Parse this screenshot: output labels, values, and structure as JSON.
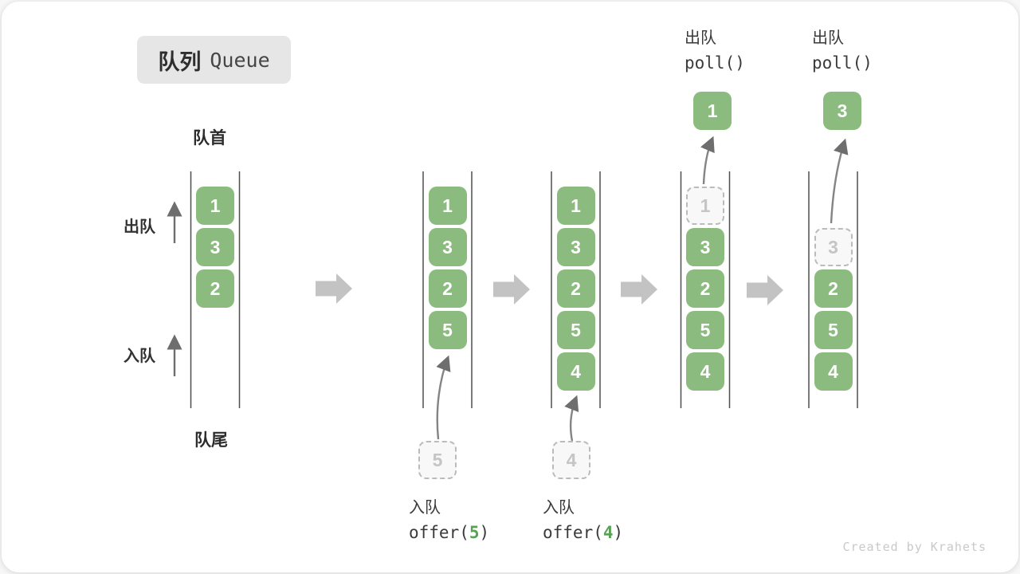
{
  "title": {
    "zh": "队列",
    "en": "Queue"
  },
  "labels": {
    "front": "队首",
    "rear": "队尾",
    "dequeue": "出队",
    "enqueue": "入队"
  },
  "operations": {
    "dequeue": [
      {
        "label": "出队",
        "code": "poll()"
      },
      {
        "label": "出队",
        "code": "poll()"
      }
    ],
    "enqueue": [
      {
        "label": "入队",
        "code_open": "offer(",
        "arg": "5",
        "code_close": ")"
      },
      {
        "label": "入队",
        "code_open": "offer(",
        "arg": "4",
        "code_close": ")"
      }
    ]
  },
  "states": [
    {
      "cells": [
        {
          "row": 0,
          "value": "1",
          "type": "filled"
        },
        {
          "row": 1,
          "value": "3",
          "type": "filled"
        },
        {
          "row": 2,
          "value": "2",
          "type": "filled"
        }
      ]
    },
    {
      "cells": [
        {
          "row": 0,
          "value": "1",
          "type": "filled"
        },
        {
          "row": 1,
          "value": "3",
          "type": "filled"
        },
        {
          "row": 2,
          "value": "2",
          "type": "filled"
        },
        {
          "row": 3,
          "value": "5",
          "type": "filled"
        }
      ],
      "incoming": "5"
    },
    {
      "cells": [
        {
          "row": 0,
          "value": "1",
          "type": "filled"
        },
        {
          "row": 1,
          "value": "3",
          "type": "filled"
        },
        {
          "row": 2,
          "value": "2",
          "type": "filled"
        },
        {
          "row": 3,
          "value": "5",
          "type": "filled"
        },
        {
          "row": 4,
          "value": "4",
          "type": "filled"
        }
      ],
      "incoming": "4"
    },
    {
      "cells": [
        {
          "row": 0,
          "value": "1",
          "type": "ghost"
        },
        {
          "row": 1,
          "value": "3",
          "type": "filled"
        },
        {
          "row": 2,
          "value": "2",
          "type": "filled"
        },
        {
          "row": 3,
          "value": "5",
          "type": "filled"
        },
        {
          "row": 4,
          "value": "4",
          "type": "filled"
        }
      ],
      "dequeued": "1"
    },
    {
      "cells": [
        {
          "row": 1,
          "value": "3",
          "type": "ghost"
        },
        {
          "row": 2,
          "value": "2",
          "type": "filled"
        },
        {
          "row": 3,
          "value": "5",
          "type": "filled"
        },
        {
          "row": 4,
          "value": "4",
          "type": "filled"
        }
      ],
      "dequeued": "3"
    }
  ],
  "colors": {
    "box_green": "#8bbb7e",
    "arg_green": "#56a352",
    "block_arrow_gray": "#c3c3c3",
    "ghost_border_gray": "#bbbbbb",
    "title_bg": "#e6e6e6"
  },
  "watermark": "Created by Krahets"
}
